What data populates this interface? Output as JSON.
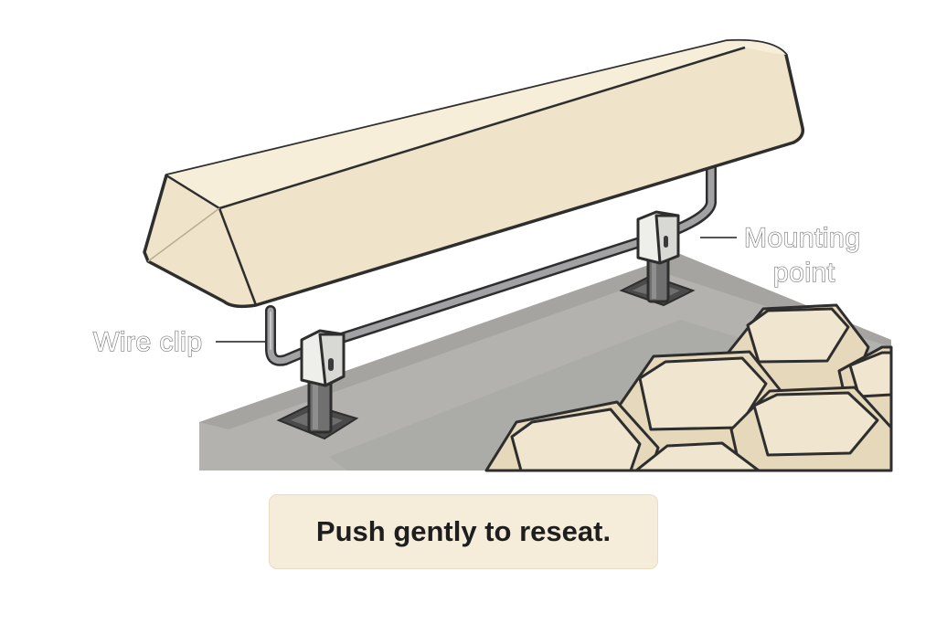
{
  "labels": {
    "wire_clip": "Wire clip",
    "mounting_point_line1": "Mounting",
    "mounting_point_line2": "point"
  },
  "caption": {
    "text": "Push gently to reseat."
  },
  "colors": {
    "keycap": "#f0e6cf",
    "keycap_side": "#e6d9bb",
    "plate": "#a9a8a4",
    "wire": "#8d8d8f",
    "outline": "#2e2e2e",
    "caption_bg": "#f5ecd9"
  }
}
